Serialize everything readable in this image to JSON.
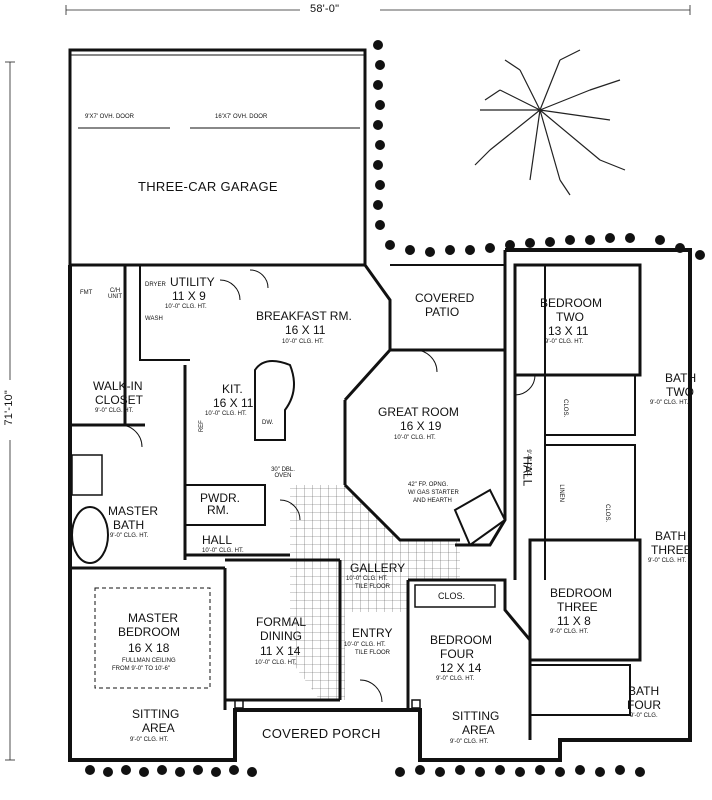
{
  "dimensions": {
    "width": "58'-0\"",
    "depth": "71'-10\""
  },
  "garage": {
    "name": "THREE-CAR GARAGE",
    "door_small": "9'x7' OVH. DOOR",
    "door_large": "16'x7' OVH. DOOR"
  },
  "rooms": {
    "utility": {
      "name": "UTILITY",
      "size": "11 X 9",
      "clg": "10'-0\" CLG. HT."
    },
    "breakfast": {
      "name": "BREAKFAST RM.",
      "size": "16 X 11",
      "clg": "10'-0\" CLG. HT."
    },
    "covered_patio": {
      "line1": "COVERED",
      "line2": "PATIO"
    },
    "bedroom_two": {
      "line1": "BEDROOM",
      "line2": "TWO",
      "size": "13 X 11",
      "clg": "9'-0\" CLG. HT."
    },
    "bath_two": {
      "line1": "BATH",
      "line2": "TWO",
      "clg": "9'-0\" CLG. HT."
    },
    "walkin": {
      "line1": "WALK-IN",
      "line2": "CLOSET",
      "clg": "9'-0\" CLG. HT."
    },
    "kitchen": {
      "name": "KIT.",
      "size": "16 X 11",
      "clg": "10'-0\" CLG. HT."
    },
    "great_room": {
      "name": "GREAT ROOM",
      "size": "16 X 19",
      "clg": "10'-0\" CLG. HT."
    },
    "fireplace_note": {
      "line1": "42\" FP. OPNG.",
      "line2": "W/ GAS STARTER",
      "line3": "AND HEARTH"
    },
    "hall_right": {
      "name": "HALL",
      "clg": "9'-0\" CLG."
    },
    "master_bath": {
      "line1": "MASTER",
      "line2": "BATH",
      "clg": "9'-0\" CLG. HT."
    },
    "powder": {
      "line1": "PWDR.",
      "line2": "RM."
    },
    "hall_center": {
      "name": "HALL",
      "clg": "10'-0\" CLG. HT."
    },
    "bath_three": {
      "line1": "BATH",
      "line2": "THREE",
      "clg": "9'-0\" CLG. HT."
    },
    "gallery": {
      "name": "GALLERY",
      "clg": "10'-0\" CLG. HT.",
      "floor": "TILE FLOOR"
    },
    "master_bedroom": {
      "line1": "MASTER",
      "line2": "BEDROOM",
      "size": "16 X 18",
      "ceil1": "FULLMAN CEILING",
      "ceil2": "FROM 9'-0\" TO 10'-6\""
    },
    "formal_dining": {
      "line1": "FORMAL",
      "line2": "DINING",
      "size": "11 X 14",
      "clg": "10'-0\" CLG. HT."
    },
    "entry": {
      "name": "ENTRY",
      "clg": "10'-0\" CLG. HT.",
      "floor": "TILE FLOOR"
    },
    "bedroom_four": {
      "line1": "BEDROOM",
      "line2": "FOUR",
      "size": "12 X 14",
      "clg": "9'-0\" CLG. HT."
    },
    "bedroom_three": {
      "line1": "BEDROOM",
      "line2": "THREE",
      "size": "11 X 8",
      "clg": "9'-0\" CLG. HT."
    },
    "bath_four": {
      "line1": "BATH",
      "line2": "FOUR",
      "clg": "9'-0\" CLG."
    },
    "sitting_left": {
      "line1": "SITTING",
      "line2": "AREA",
      "clg": "9'-0\" CLG. HT."
    },
    "sitting_right": {
      "line1": "SITTING",
      "line2": "AREA",
      "clg": "9'-0\" CLG. HT."
    },
    "covered_porch": {
      "name": "COVERED PORCH"
    }
  },
  "small_labels": {
    "fmt": "FMT",
    "ch_unit": "C/H UNIT",
    "wash": "WASH",
    "dryer": "DRYER",
    "ref": "REF",
    "dw": "DW.",
    "oven": "30\" DBL. OVEN",
    "clos1": "CLOS.",
    "clos2": "CLOS.",
    "clos3": "CLOS.",
    "linen": "LINEN"
  }
}
